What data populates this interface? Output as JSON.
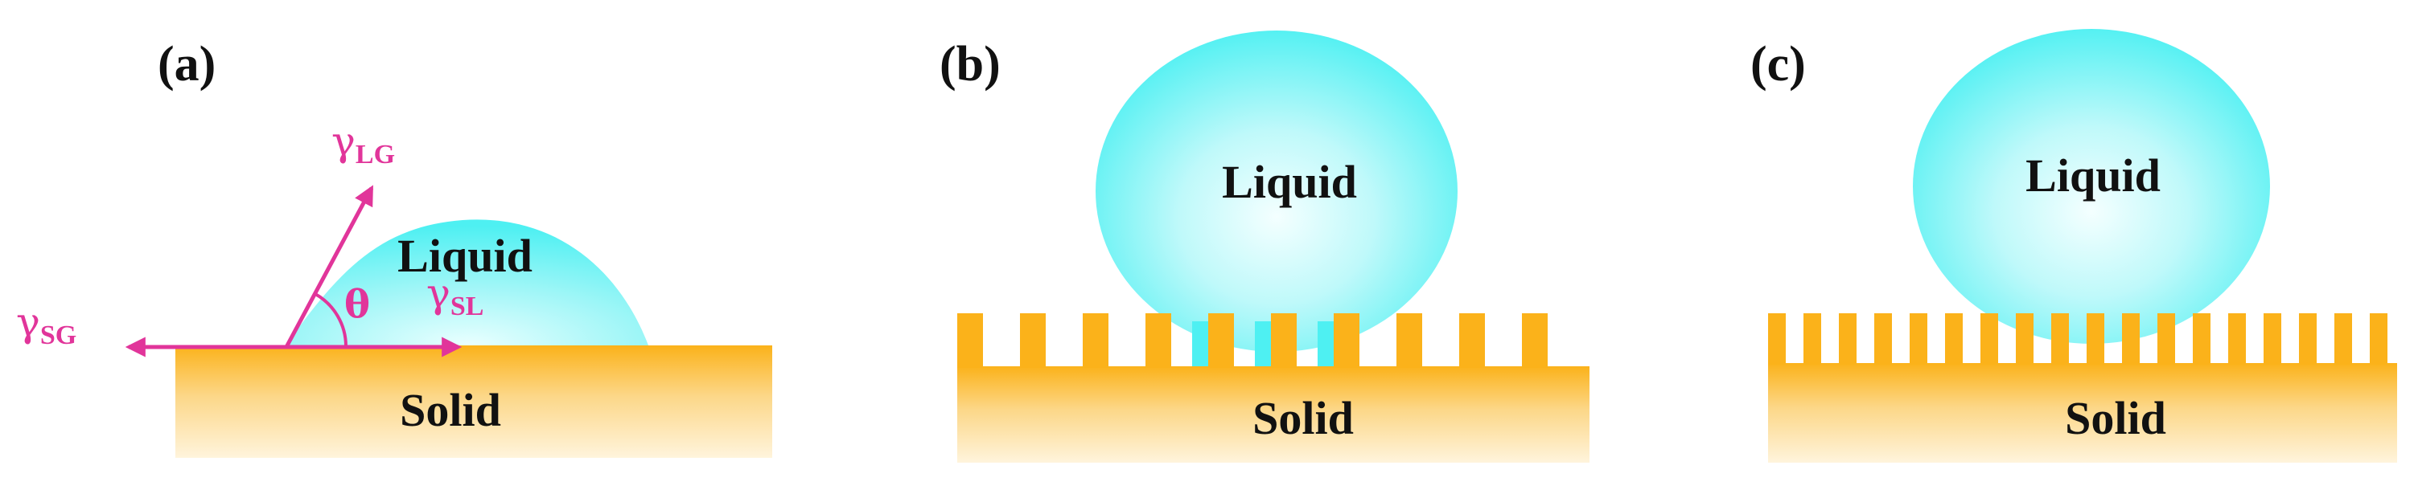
{
  "panels": [
    {
      "label": "(a)",
      "liquid_label": "Liquid",
      "solid_label": "Solid",
      "angle_symbol": "θ",
      "tensions": [
        {
          "symbol": "γ",
          "subscript": "LG"
        },
        {
          "symbol": "γ",
          "subscript": "SL"
        },
        {
          "symbol": "γ",
          "subscript": "SG"
        }
      ]
    },
    {
      "label": "(b)",
      "liquid_label": "Liquid",
      "solid_label": "Solid"
    },
    {
      "label": "(c)",
      "liquid_label": "Liquid",
      "solid_label": "Solid"
    }
  ],
  "colors": {
    "liquid_edge": "#4ef0f2",
    "liquid_center": "#f2ffff",
    "solid_top": "#fbb21a",
    "solid_bottom": "#fff4d9",
    "vector": "#e1359a"
  }
}
